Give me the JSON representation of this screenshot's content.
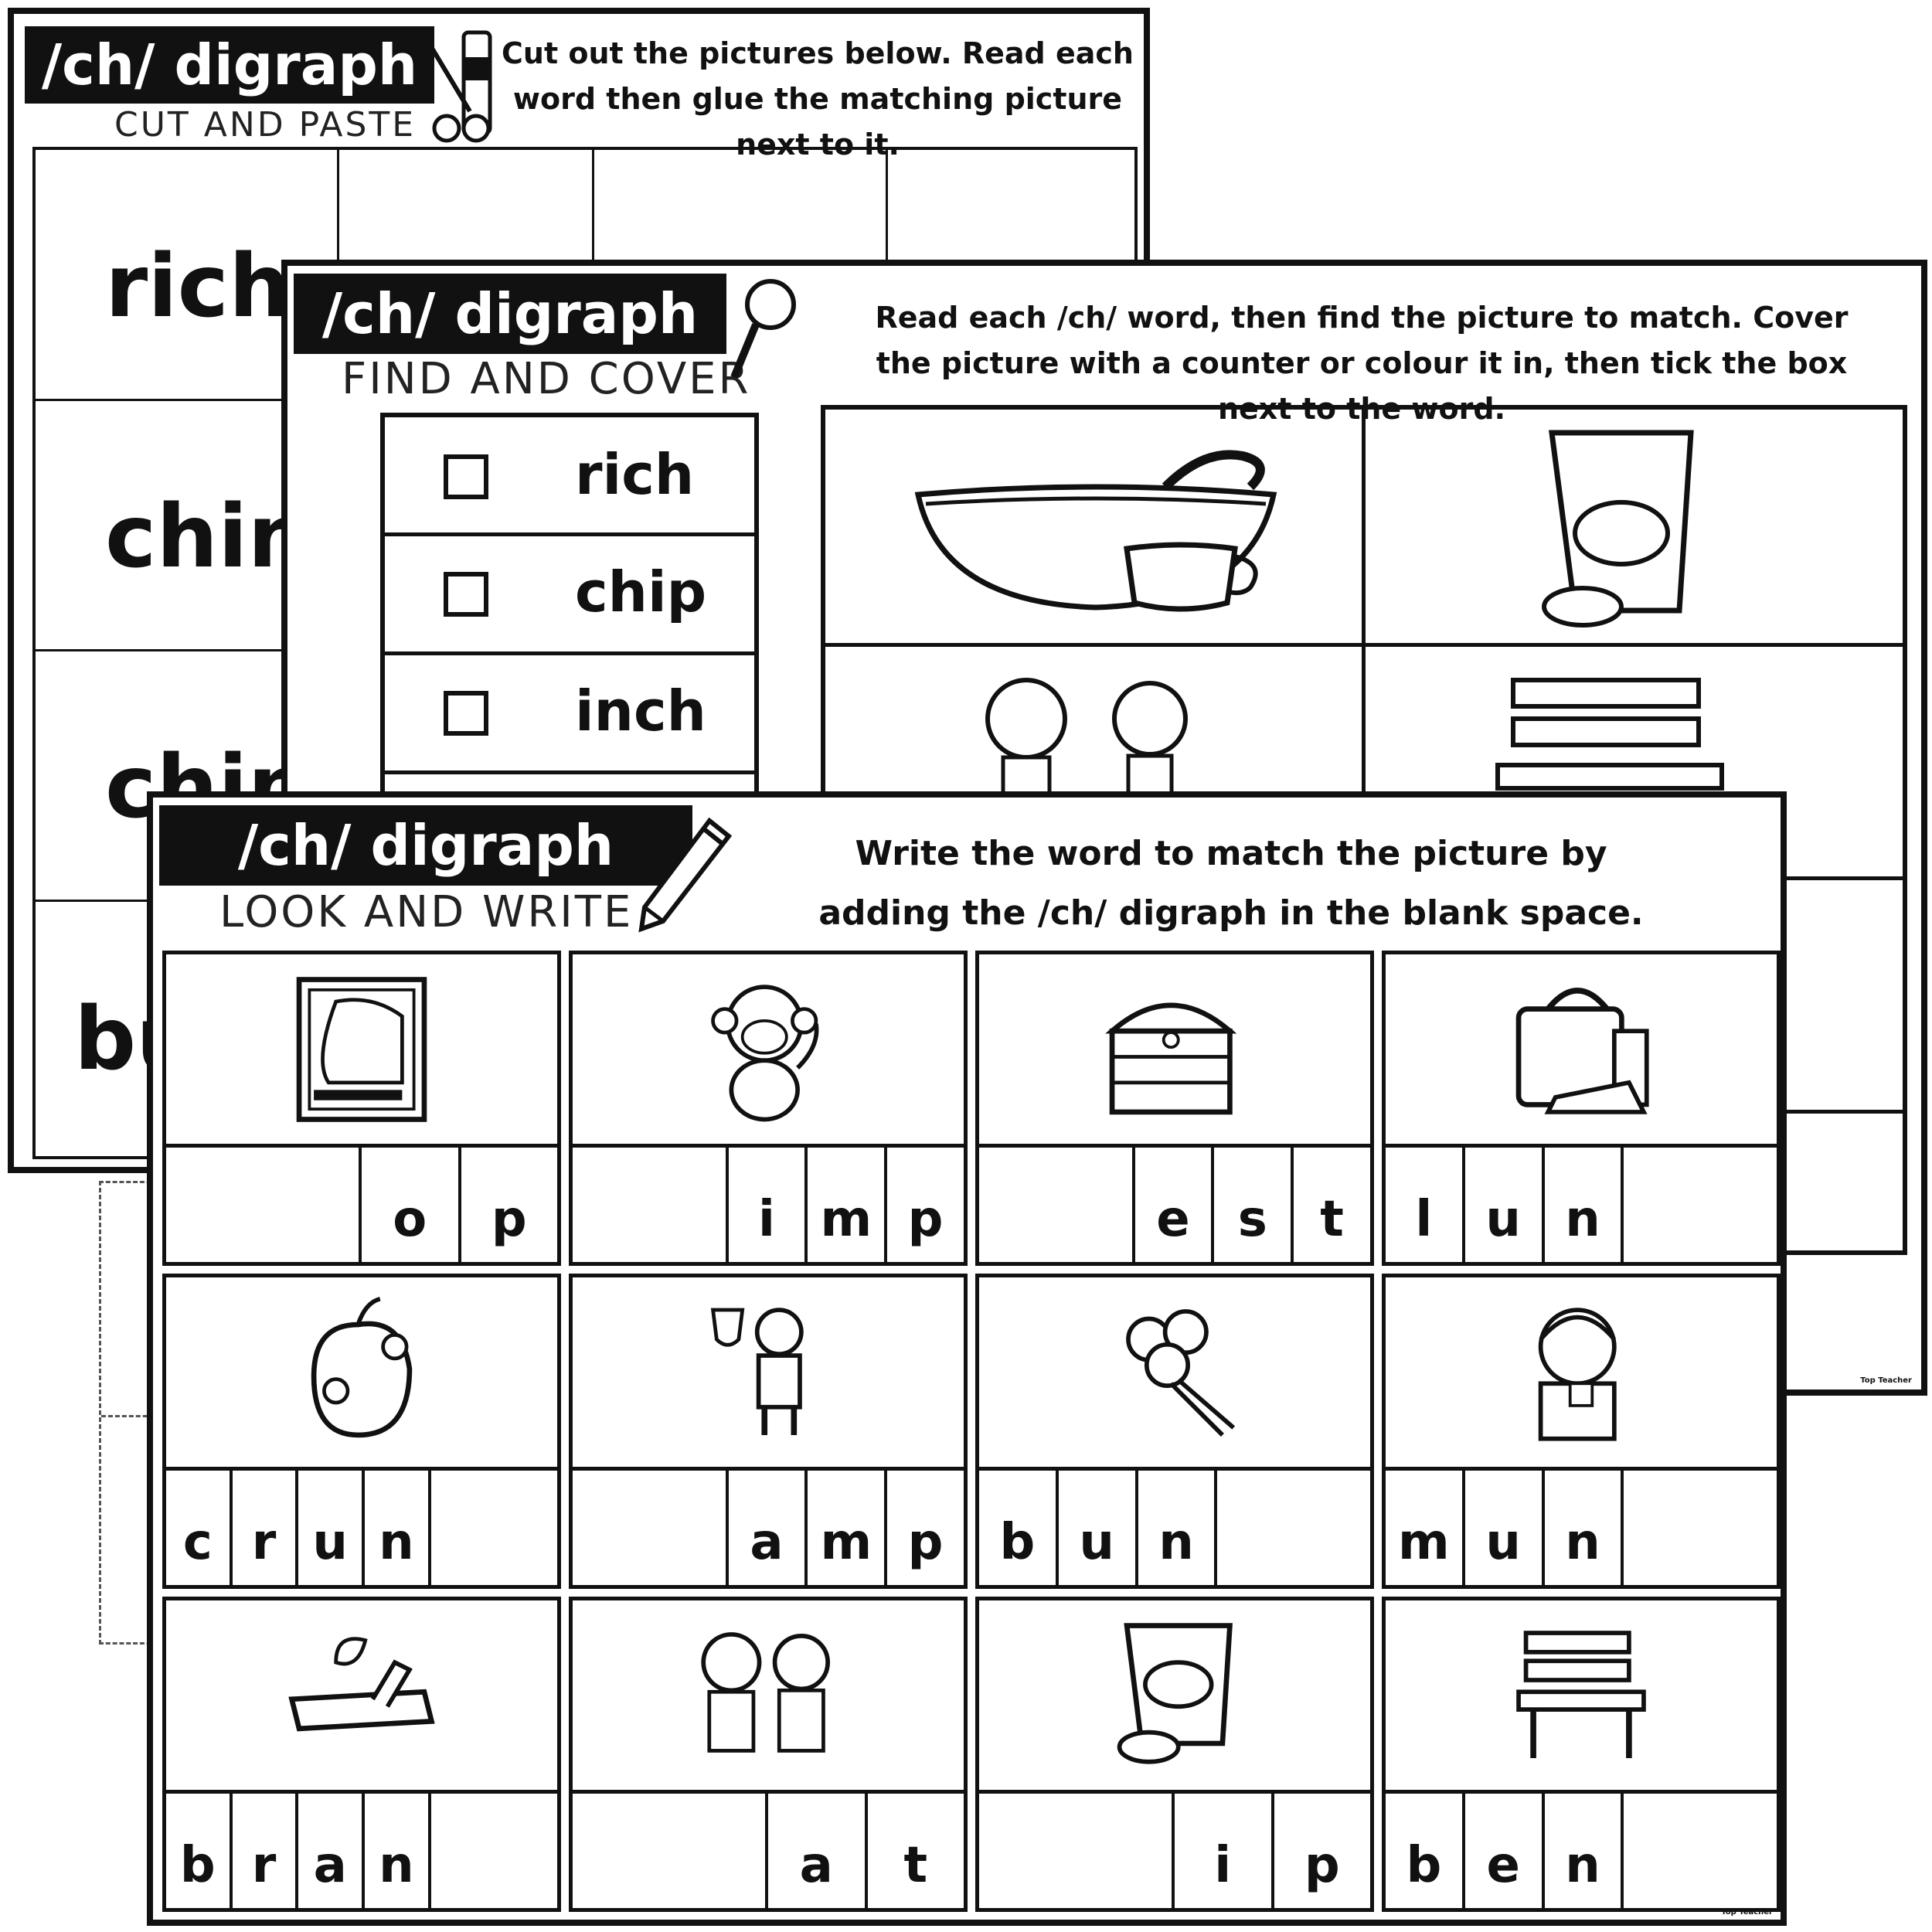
{
  "sheet_cut": {
    "title": "/ch/ digraph",
    "subtitle": "CUT AND PASTE",
    "instructions": "Cut out the pictures below. Read each word then glue the matching picture next to it.",
    "words": [
      "rich",
      "chin",
      "chip",
      "bu"
    ]
  },
  "sheet_find": {
    "title": "/ch/ digraph",
    "subtitle": "FIND AND COVER",
    "instructions": "Read each /ch/ word, then find the picture to match. Cover the picture with a counter or colour it in, then tick the box next to the word.",
    "words": [
      "rich",
      "chip",
      "inch"
    ],
    "credit": "Top Teacher"
  },
  "sheet_write": {
    "title": "/ch/ digraph",
    "subtitle": "LOOK AND WRITE",
    "instructions": "Write the word to match the picture by adding the /ch/ digraph in the blank space.",
    "credit": "Top Teacher",
    "cards": [
      {
        "icon": "chop-icon",
        "blank_first": true,
        "letters": [
          "o",
          "p"
        ]
      },
      {
        "icon": "monkey-icon",
        "blank_first": true,
        "letters": [
          "i",
          "m",
          "p"
        ]
      },
      {
        "icon": "treasure-chest-icon",
        "blank_first": true,
        "letters": [
          "e",
          "s",
          "t"
        ]
      },
      {
        "icon": "lunch-bag-icon",
        "blank_first": false,
        "letters": [
          "l",
          "u",
          "n"
        ]
      },
      {
        "icon": "apple-bugs-icon",
        "blank_first": false,
        "letters": [
          "c",
          "r",
          "u",
          "n"
        ]
      },
      {
        "icon": "champion-trophy-icon",
        "blank_first": true,
        "letters": [
          "a",
          "m",
          "p"
        ]
      },
      {
        "icon": "flower-bunch-icon",
        "blank_first": false,
        "letters": [
          "b",
          "u",
          "n"
        ]
      },
      {
        "icon": "boy-munching-icon",
        "blank_first": false,
        "letters": [
          "m",
          "u",
          "n"
        ]
      },
      {
        "icon": "branch-icon",
        "blank_first": false,
        "letters": [
          "b",
          "r",
          "a",
          "n"
        ]
      },
      {
        "icon": "chat-girls-icon",
        "blank_first": true,
        "letters": [
          "a",
          "t"
        ]
      },
      {
        "icon": "chips-bag-icon",
        "blank_first": true,
        "letters": [
          "i",
          "p"
        ]
      },
      {
        "icon": "bench-icon",
        "blank_first": false,
        "letters": [
          "b",
          "e",
          "n"
        ]
      }
    ]
  }
}
